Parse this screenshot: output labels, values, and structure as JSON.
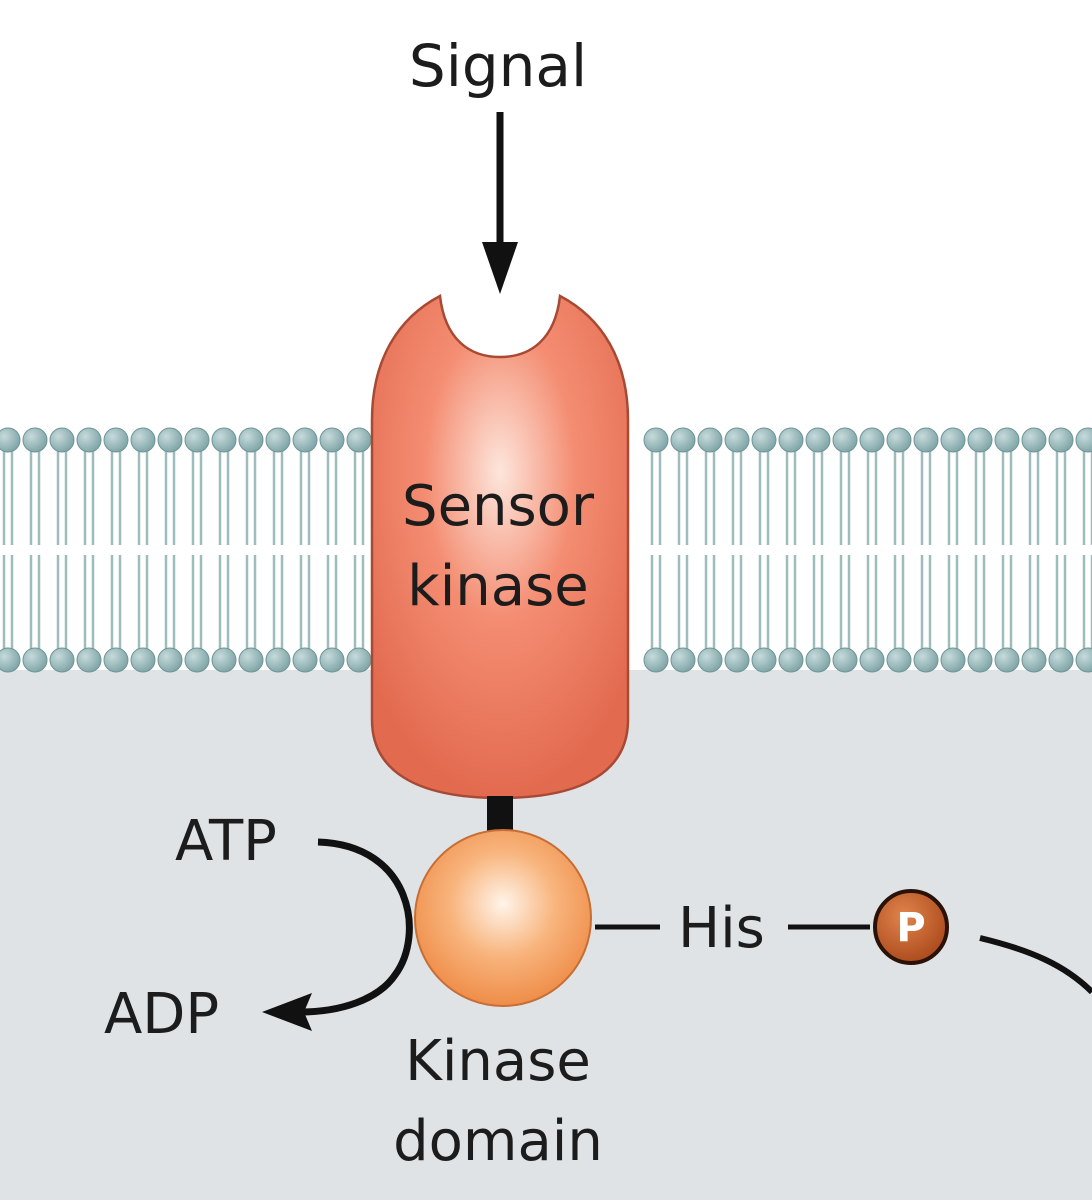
{
  "labels": {
    "signal": "Signal",
    "sensor_line1": "Sensor",
    "sensor_line2": "kinase",
    "atp": "ATP",
    "adp": "ADP",
    "his": "His",
    "phosphate": "P",
    "kinase_domain_line1": "Kinase",
    "kinase_domain_line2": "domain"
  },
  "colors": {
    "cytoplasm": "#dfe3e6",
    "membrane_core": "#ffffff",
    "lipid_head": "#8fb3b5",
    "lipid_tail": "#9fbcbd",
    "sensor_kinase": "#ee7a61",
    "kinase_domain": "#f59a5a",
    "phosphate": "#b8541e",
    "arrow": "#111111"
  }
}
